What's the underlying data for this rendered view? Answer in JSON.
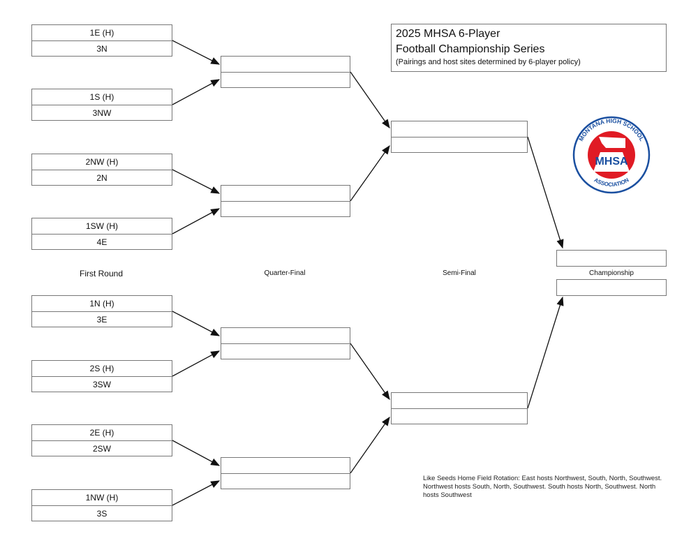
{
  "title": {
    "line1": "2025 MHSA 6-Player",
    "line2": "Football Championship Series",
    "subtitle": "(Pairings and host sites determined by 6-player policy)"
  },
  "logo": {
    "top_text": "MONTANA HIGH SCHOOL",
    "center_text": "MHSA",
    "bottom_text": "ASSOCIATION",
    "colors": {
      "blue": "#1a4fa0",
      "red": "#e01b24"
    }
  },
  "round_labels": {
    "first_round": "First Round",
    "quarter_final": "Quarter-Final",
    "semi_final": "Semi-Final",
    "championship": "Championship"
  },
  "first_round": [
    {
      "home": "1E (H)",
      "away": "3N"
    },
    {
      "home": "1S (H)",
      "away": "3NW"
    },
    {
      "home": "2NW (H)",
      "away": "2N"
    },
    {
      "home": "1SW (H)",
      "away": "4E"
    },
    {
      "home": "1N (H)",
      "away": "3E"
    },
    {
      "home": "2S (H)",
      "away": "3SW"
    },
    {
      "home": "2E (H)",
      "away": "2SW"
    },
    {
      "home": "1NW (H)",
      "away": "3S"
    }
  ],
  "note": "Like Seeds Home Field Rotation: East hosts Northwest, South, North, Southwest. Northwest hosts South, North, Southwest. South hosts North, Southwest. North hosts Southwest"
}
